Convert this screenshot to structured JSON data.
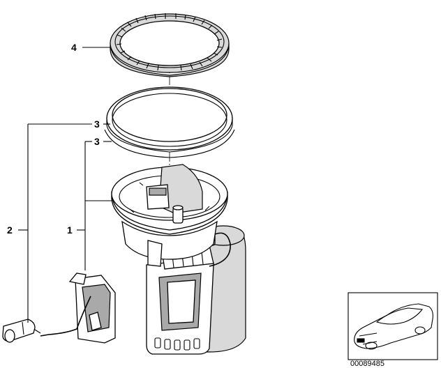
{
  "callouts": {
    "c1": "1",
    "c2": "2",
    "c3a": "3",
    "c3b": "3",
    "c4": "4"
  },
  "thumbnail": {
    "ref_number": "00089485"
  }
}
